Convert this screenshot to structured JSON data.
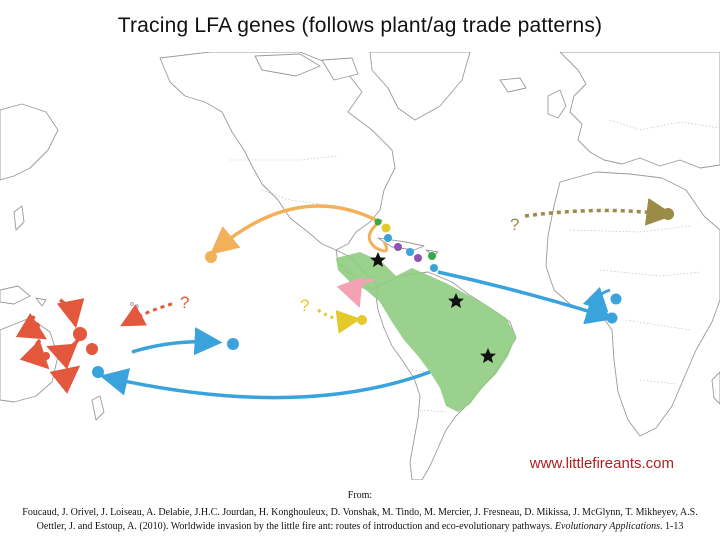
{
  "title": "Tracing LFA genes (follows plant/ag trade patterns)",
  "map": {
    "labels": {
      "q1": "?",
      "q2": "?",
      "q3": "?"
    },
    "colors": {
      "land": "#ffffff",
      "outline": "#9a9a9a",
      "native_range": "#8fcc7f",
      "route_blue": "#3aa3dc",
      "route_orange": "#f2b05a",
      "route_red": "#e3573d",
      "route_pink": "#f2a2b2",
      "route_yellow": "#e3c92a",
      "route_olive": "#9c8a47",
      "route_purple": "#8d53b5"
    }
  },
  "website": "www.littlefireants.com",
  "credit": {
    "from_label": "From:",
    "citation_main": "Foucaud, J. Orivel, J. Loiseau, A. Delabie, J.H.C. Jourdan, H. Konghouleux, D. Vonshak, M. Tindo, M. Mercier, J. Fresneau, D. Mikissa, J. McGlynn, T. Mikheyev, A.S. Oettler, J. and Estoup, A. (2010). Worldwide invasion by the little fire ant: routes of introduction and eco-evolutionary pathways.",
    "journal": "Evolutionary Applications",
    "pages": ". 1-13"
  }
}
